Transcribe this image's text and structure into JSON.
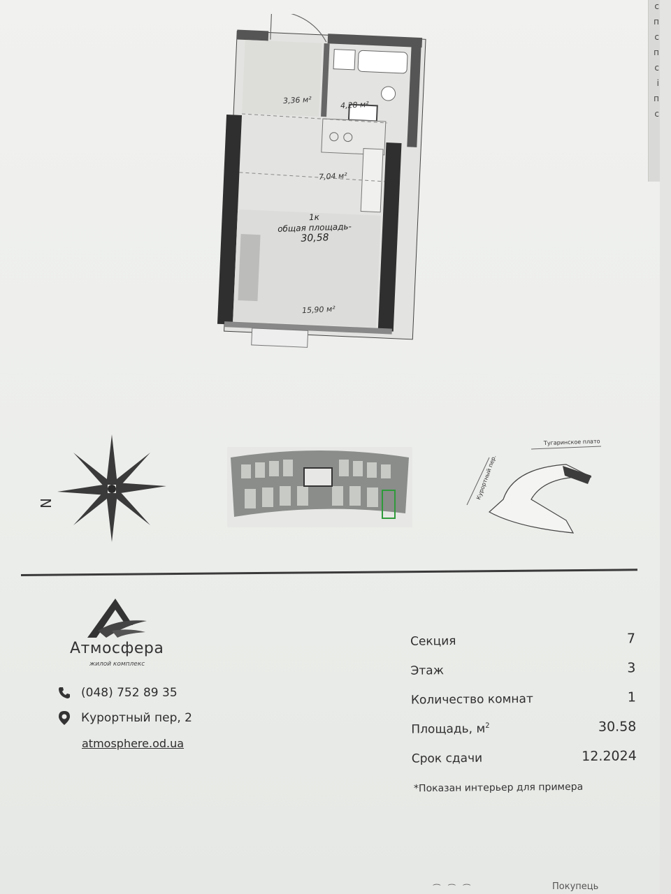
{
  "edge_chars": [
    "с",
    "п",
    "с",
    "п",
    "с",
    "і",
    "п",
    "с"
  ],
  "plan": {
    "room_areas": {
      "hall": "3,36 м²",
      "bath": "4,28 м²",
      "kitchen": "7,04 м²",
      "living": "15,90 м²"
    },
    "apartment_type": "1к",
    "total_area_label": "общая площадь-",
    "total_area_value": "30,58"
  },
  "compass": {
    "north_label": "N"
  },
  "site_map": {
    "street_1": "Курортный пер.",
    "street_2": "Тугаринское плато"
  },
  "brand": {
    "name": "Атмосфера",
    "subtitle": "жилой комплекс"
  },
  "contacts": {
    "phone": "(048) 752 89 35",
    "address": "Курортный пер, 2",
    "website": "atmosphere.od.ua"
  },
  "specs": [
    {
      "label": "Секция",
      "value": "7"
    },
    {
      "label": "Этаж",
      "value": "3"
    },
    {
      "label": "Количество комнат",
      "value": "1"
    },
    {
      "label": "Площадь, м",
      "unit_sup": "2",
      "value": "30.58"
    },
    {
      "label": "Срок сдачи",
      "value": "12.2024"
    }
  ],
  "note": "*Показан интерьер для примера",
  "bottom_text": "Покупець",
  "colors": {
    "paper": "#eeefec",
    "ink": "#2a2a2a",
    "wall": "#3a3a3a",
    "highlight_green": "#2f9a3a"
  }
}
